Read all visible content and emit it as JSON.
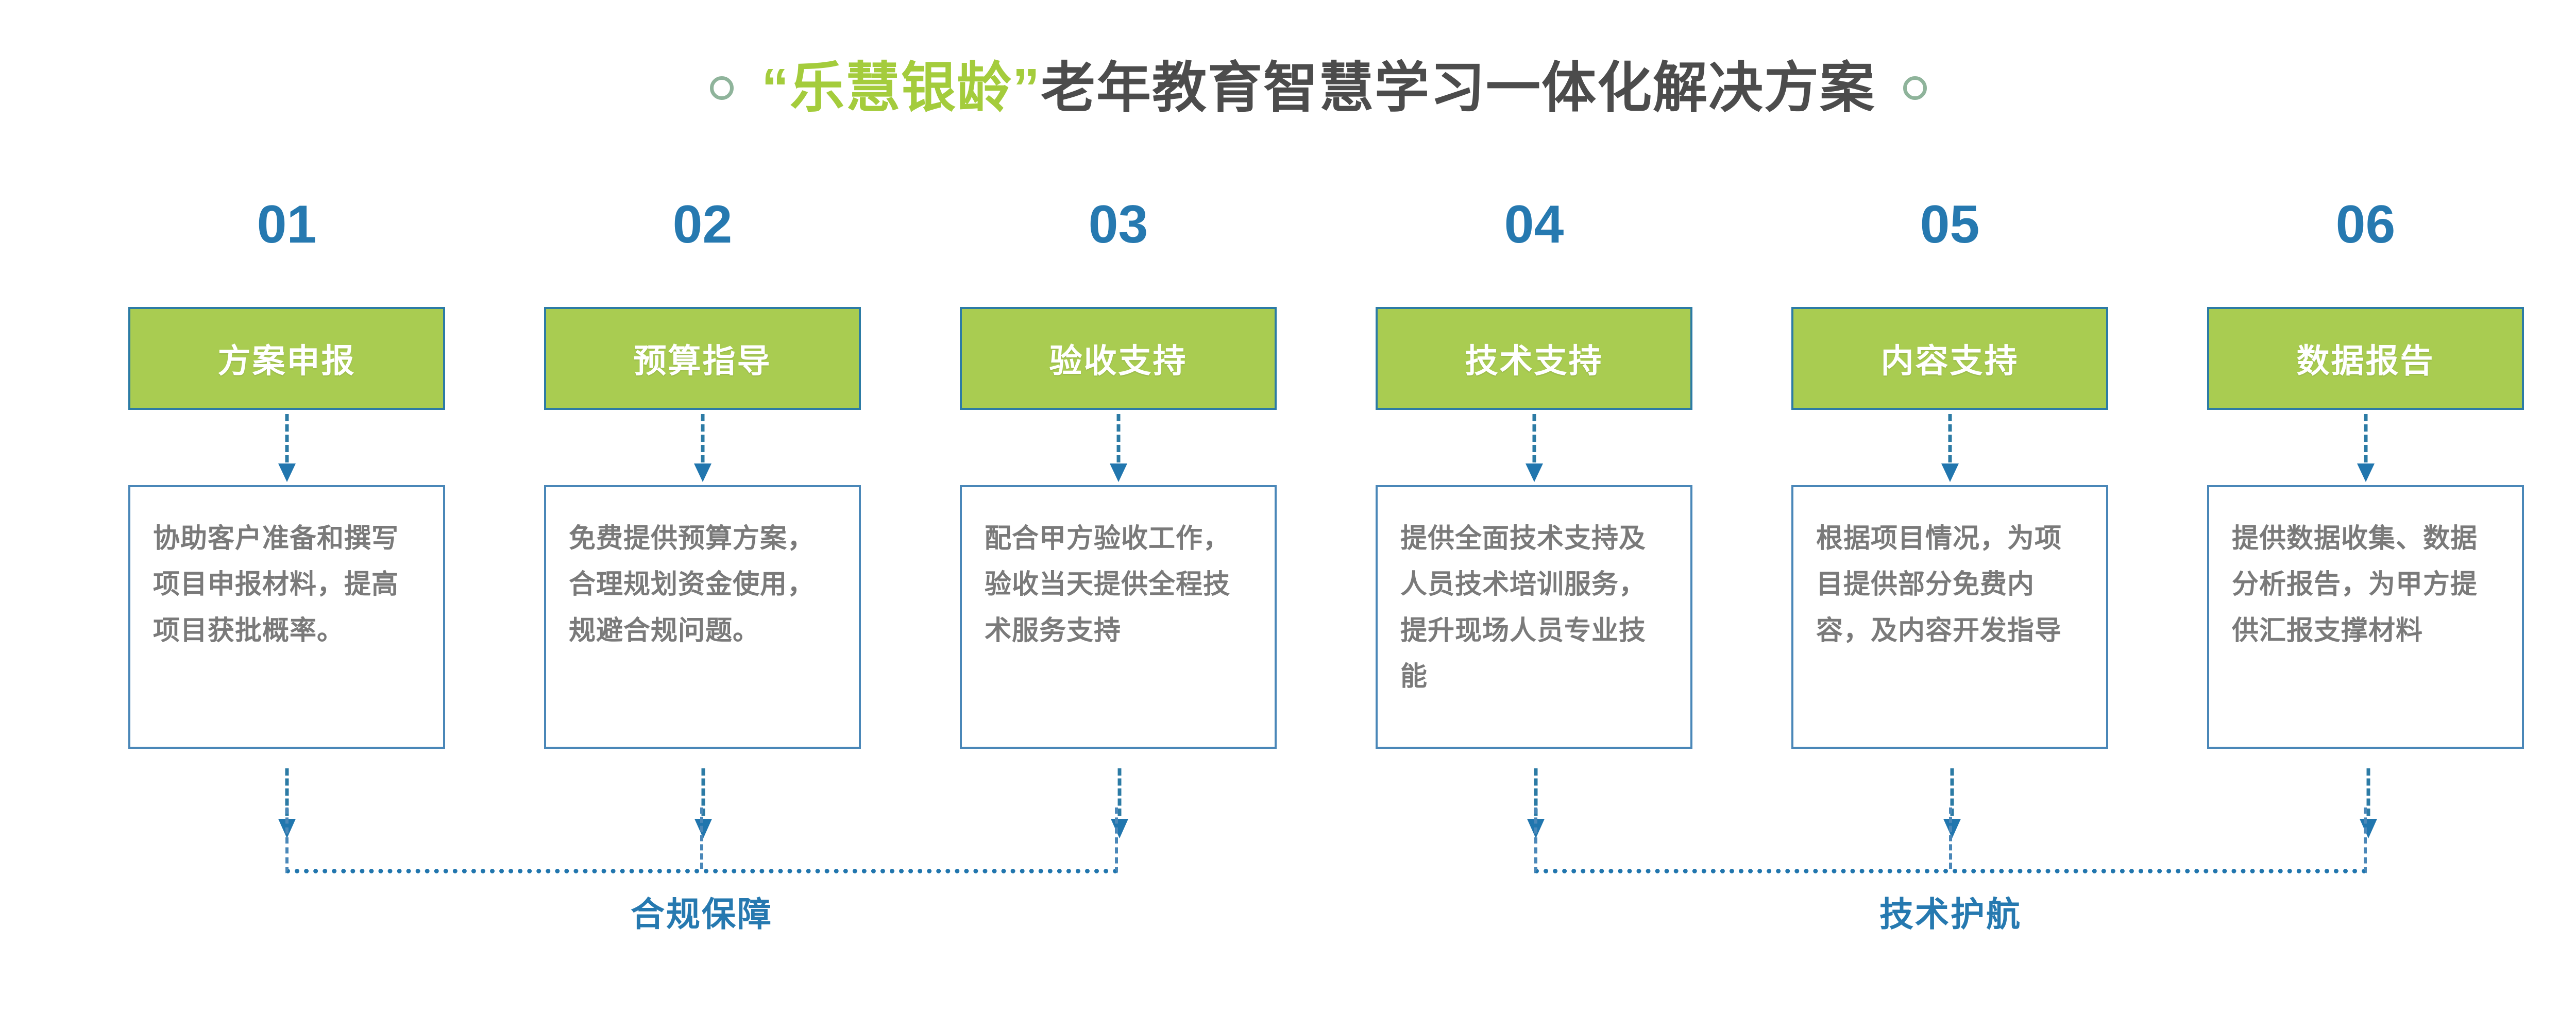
{
  "title": {
    "highlight": "“乐慧银龄”",
    "rest": "老年教育智慧学习一体化解决方案",
    "left_decoration": "ring-circle",
    "right_decoration": "ring-circle"
  },
  "colors": {
    "accent_green": "#a9cc51",
    "accent_blue": "#2176ae",
    "border_blue": "#4a87b8",
    "title_highlight": "#a4cc3c",
    "title_rest": "#4c4c4c",
    "body_text": "#7a7a7a",
    "ring": "#8fb49b"
  },
  "steps": [
    {
      "number": "01",
      "header": "方案申报",
      "body": "协助客户准备和撰写项目申报材料，提高项目获批概率。"
    },
    {
      "number": "02",
      "header": "预算指导",
      "body": "免费提供预算方案，合理规划资金使用，规避合规问题。"
    },
    {
      "number": "03",
      "header": "验收支持",
      "body": "配合甲方验收工作，验收当天提供全程技术服务支持"
    },
    {
      "number": "04",
      "header": "技术支持",
      "body": "提供全面技术支持及人员技术培训服务，提升现场人员专业技能"
    },
    {
      "number": "05",
      "header": "内容支持",
      "body": "根据项目情况，为项目提供部分免费内容，及内容开发指导"
    },
    {
      "number": "06",
      "header": "数据报告",
      "body": "提供数据收集、数据分析报告，为甲方提供汇报支撑材料"
    }
  ],
  "groups": [
    {
      "label": "合规保障",
      "covers": [
        "01",
        "02",
        "03"
      ]
    },
    {
      "label": "技术护航",
      "covers": [
        "04",
        "05",
        "06"
      ]
    }
  ]
}
